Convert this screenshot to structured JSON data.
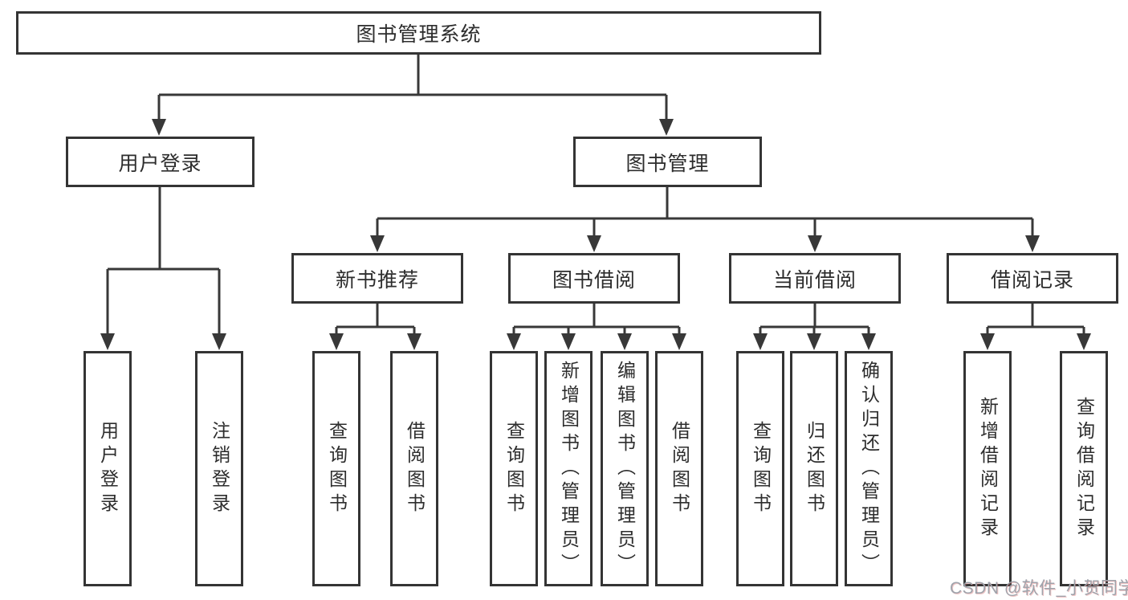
{
  "colors": {
    "line": "#383838",
    "box_border": "#343434",
    "text": "#2d2d2d",
    "background": "#ffffff",
    "watermark": "#9fa3ab"
  },
  "root": {
    "label": "图书管理系统"
  },
  "level2": [
    {
      "label": "用户登录"
    },
    {
      "label": "图书管理"
    }
  ],
  "level3": [
    {
      "label": "新书推荐"
    },
    {
      "label": "图书借阅"
    },
    {
      "label": "当前借阅"
    },
    {
      "label": "借阅记录"
    }
  ],
  "leaves": [
    {
      "label": "用户登录"
    },
    {
      "label": "注销登录"
    },
    {
      "label": "查询图书"
    },
    {
      "label": "借阅图书"
    },
    {
      "label": "查询图书"
    },
    {
      "label": "新增图书（管理员）"
    },
    {
      "label": "编辑图书（管理员）"
    },
    {
      "label": "借阅图书"
    },
    {
      "label": "查询图书"
    },
    {
      "label": "归还图书"
    },
    {
      "label": "确认归还（管理员）"
    },
    {
      "label": "新增借阅记录"
    },
    {
      "label": "查询借阅记录"
    }
  ],
  "watermark": {
    "text": "CSDN @软件_小贺同学"
  }
}
